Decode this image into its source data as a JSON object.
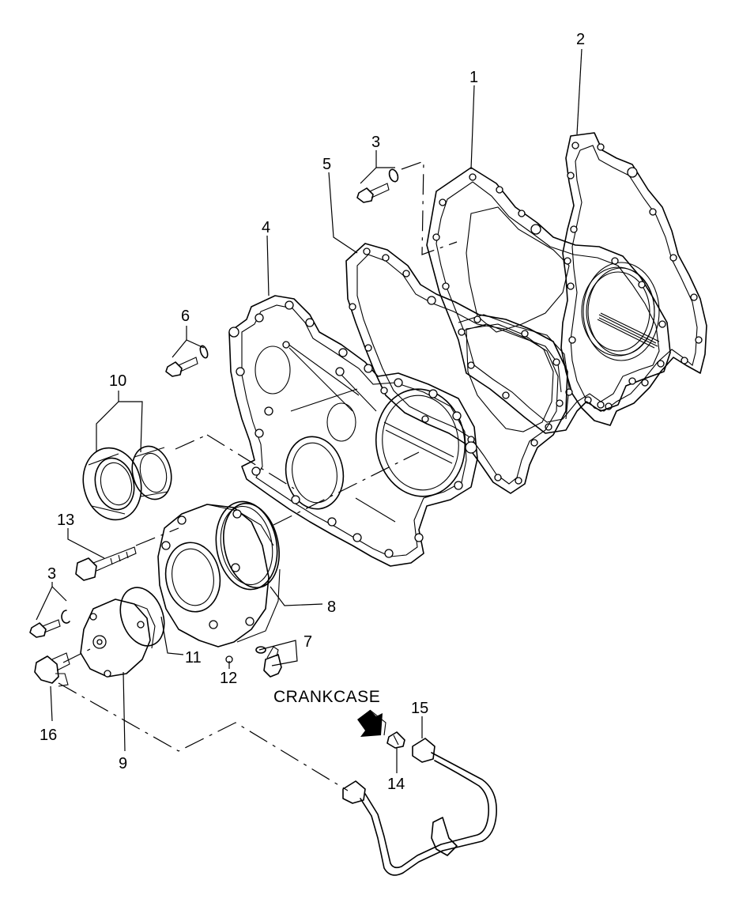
{
  "diagram": {
    "label_note": "CRANKCASE",
    "callouts": {
      "p1": "1",
      "p2": "2",
      "p3a": "3",
      "p3b": "3",
      "p4": "4",
      "p5": "5",
      "p6": "6",
      "p7": "7",
      "p8": "8",
      "p9": "9",
      "p10": "10",
      "p11": "11",
      "p12": "12",
      "p13": "13",
      "p14": "14",
      "p15": "15",
      "p16": "16"
    }
  }
}
